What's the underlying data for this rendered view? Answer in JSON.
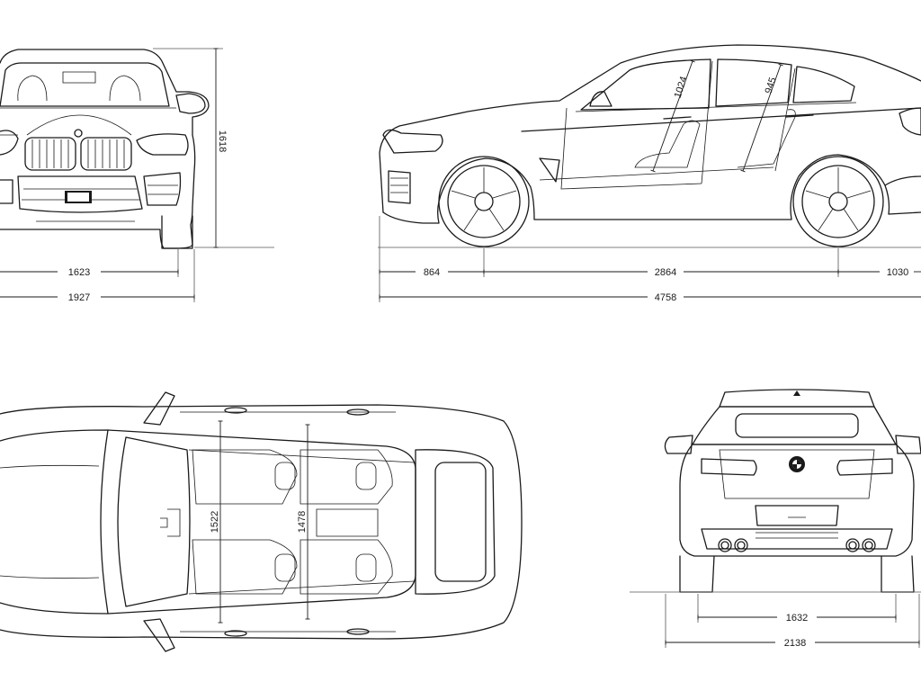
{
  "diagram": {
    "front_view": {
      "height": "1618",
      "track_width": "1623",
      "overall_width": "1927"
    },
    "side_view": {
      "headroom_front": "1024",
      "headroom_rear": "945",
      "front_overhang": "864",
      "wheelbase": "2864",
      "rear_overhang": "1030",
      "overall_length": "4758"
    },
    "top_view": {
      "shoulder_width_front": "1522",
      "shoulder_width_rear": "1478"
    },
    "rear_view": {
      "track_width": "1632",
      "overall_width_mirrors": "2138"
    },
    "colors": {
      "line": "#1a1a1a",
      "background": "#ffffff"
    }
  }
}
